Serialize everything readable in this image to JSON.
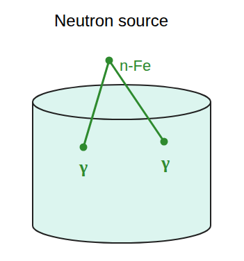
{
  "diagram": {
    "title": "Neutron source",
    "labels": [
      "n-Fe",
      "γ",
      "γ"
    ]
  }
}
